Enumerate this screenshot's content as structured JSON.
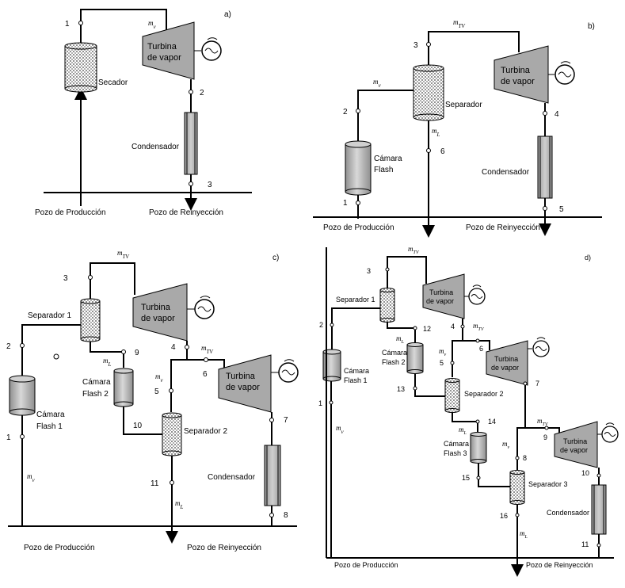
{
  "panel_a": {
    "tag": "a)",
    "secador": "Secador",
    "turbina_1": "Turbina",
    "turbina_2": "de vapor",
    "condensador": "Condensador",
    "mdot": "m",
    "mdot_sub": "v",
    "pt1": "1",
    "pt2": "2",
    "pt3": "3",
    "pozo_prod": "Pozo de Producción",
    "pozo_rein": "Pozo de Reinyección"
  },
  "panel_b": {
    "tag": "b)",
    "separador": "Separador",
    "camara_1": "Cámara",
    "camara_2": "Flash",
    "turbina_1": "Turbina",
    "turbina_2": "de vapor",
    "condensador": "Condensador",
    "m_tv": "m",
    "m_tv_sub": "TV",
    "m_v": "m",
    "m_v_sub": "v",
    "m_l": "m",
    "m_l_sub": "L",
    "pt1": "1",
    "pt2": "2",
    "pt3": "3",
    "pt4": "4",
    "pt5": "5",
    "pt6": "6",
    "pozo_prod": "Pozo de Producción",
    "pozo_rein": "Pozo de Reinyección"
  },
  "panel_c": {
    "tag": "c)",
    "separador1": "Separador 1",
    "separador2": "Separador 2",
    "camara1_1": "Cámara",
    "camara1_2": "Flash 1",
    "camara2_1": "Cámara",
    "camara2_2": "Flash 2",
    "turbina_1": "Turbina",
    "turbina_2": "de vapor",
    "condensador": "Condensador",
    "m_tv1": "m",
    "m_tv1_sub": "TV",
    "m_tv2": "m",
    "m_tv2_sub": "TV",
    "m_l1": "m",
    "m_l1_sub": "L",
    "m_v1": "m",
    "m_v1_sub": "v",
    "m_l2": "m",
    "m_l2_sub": "L",
    "m_v": "m",
    "m_v_sub": "v",
    "pt1": "1",
    "pt2": "2",
    "pt3": "3",
    "pt4": "4",
    "pt5": "5",
    "pt6": "6",
    "pt7": "7",
    "pt8": "8",
    "pt9": "9",
    "pt10": "10",
    "pt11": "11",
    "pozo_prod": "Pozo de Producción",
    "pozo_rein": "Pozo de Reinyección"
  },
  "panel_d": {
    "tag": "d)",
    "separador1": "Separador 1",
    "separador2": "Separador 2",
    "separador3": "Separador 3",
    "camara1_1": "Cámara",
    "camara1_2": "Flash 1",
    "camara2_1": "Cámara",
    "camara2_2": "Flash 2",
    "camara3_1": "Cámara",
    "camara3_2": "Flash 3",
    "turbina_1": "Turbina",
    "turbina_2": "de vapor",
    "condensador": "Condensador",
    "m_tv1": "m",
    "m_tv2": "m",
    "m_tv3": "m",
    "m_tv_sub": "TV",
    "m_l1": "m",
    "m_l2": "m",
    "m_l3": "m",
    "m_l_sub": "L",
    "m_v1": "m",
    "m_v2": "m",
    "m_v": "m",
    "m_v_sub": "v",
    "pt1": "1",
    "pt2": "2",
    "pt3": "3",
    "pt4": "4",
    "pt5": "5",
    "pt6": "6",
    "pt7": "7",
    "pt8": "8",
    "pt9": "9",
    "pt10": "10",
    "pt11": "11",
    "pt12": "12",
    "pt13": "13",
    "pt14": "14",
    "pt15": "15",
    "pt16": "16",
    "pozo_prod": "Pozo de Producción",
    "pozo_rein": "Pozo de Reinyección"
  }
}
